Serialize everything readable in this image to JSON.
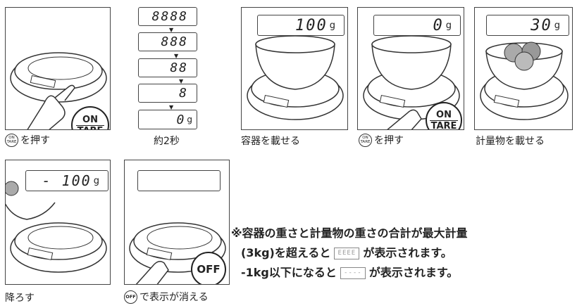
{
  "steps": [
    {
      "caption": "を押す",
      "button": {
        "top": "ON",
        "bottom": "TARE"
      }
    },
    {
      "caption": "約2秒",
      "sequence": [
        "8888",
        "888",
        "88",
        "8",
        "0"
      ],
      "unit": "g"
    },
    {
      "caption": "容器を載せる",
      "display": "100",
      "unit": "g"
    },
    {
      "caption": "を押す",
      "display": "0",
      "unit": "g",
      "button": {
        "top": "ON",
        "bottom": "TARE"
      }
    },
    {
      "caption": "計量物を載せる",
      "display": "30",
      "unit": "g"
    },
    {
      "caption": "降ろす",
      "display": "- 100",
      "unit": "g"
    },
    {
      "caption": "で表示が消える",
      "button": {
        "label": "OFF"
      }
    }
  ],
  "note": {
    "line1": "※容器の重さと計量物の重さの合計が最大計量",
    "line2_a": "(3kg)を超えると",
    "line2_indicator": "EEEE",
    "line2_b": "が表示されます。",
    "line3_a": "-1kg以下になると",
    "line3_indicator": "----",
    "line3_b": "が表示されます。"
  }
}
